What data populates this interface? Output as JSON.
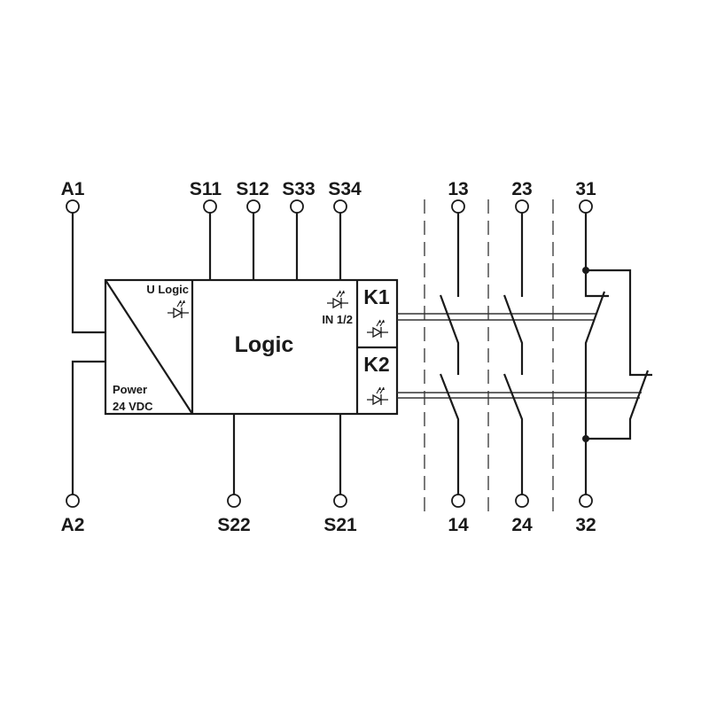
{
  "terminals": {
    "a1": "A1",
    "a2": "A2",
    "s11": "S11",
    "s12": "S12",
    "s33": "S33",
    "s34": "S34",
    "s22": "S22",
    "s21": "S21",
    "t13": "13",
    "t14": "14",
    "t23": "23",
    "t24": "24",
    "t31": "31",
    "t32": "32"
  },
  "blocks": {
    "u_logic": "U Logic",
    "power_line1": "Power",
    "power_line2": "24 VDC",
    "logic": "Logic",
    "in_led": "IN 1/2",
    "k1": "K1",
    "k2": "K2"
  },
  "icons": [
    "led-icon"
  ]
}
